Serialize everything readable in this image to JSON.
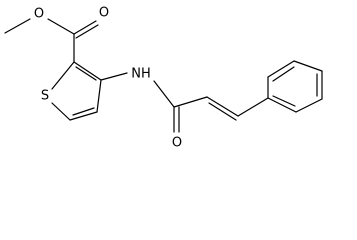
{
  "molecule": {
    "atom_labels": {
      "methoxy_o": "O",
      "carbonyl_o_ester": "O",
      "ring_s": "S",
      "amide_nh": "NH",
      "amide_o": "O"
    },
    "colors": {
      "bond": "#000000",
      "label": "#000000",
      "background": "#ffffff"
    }
  }
}
